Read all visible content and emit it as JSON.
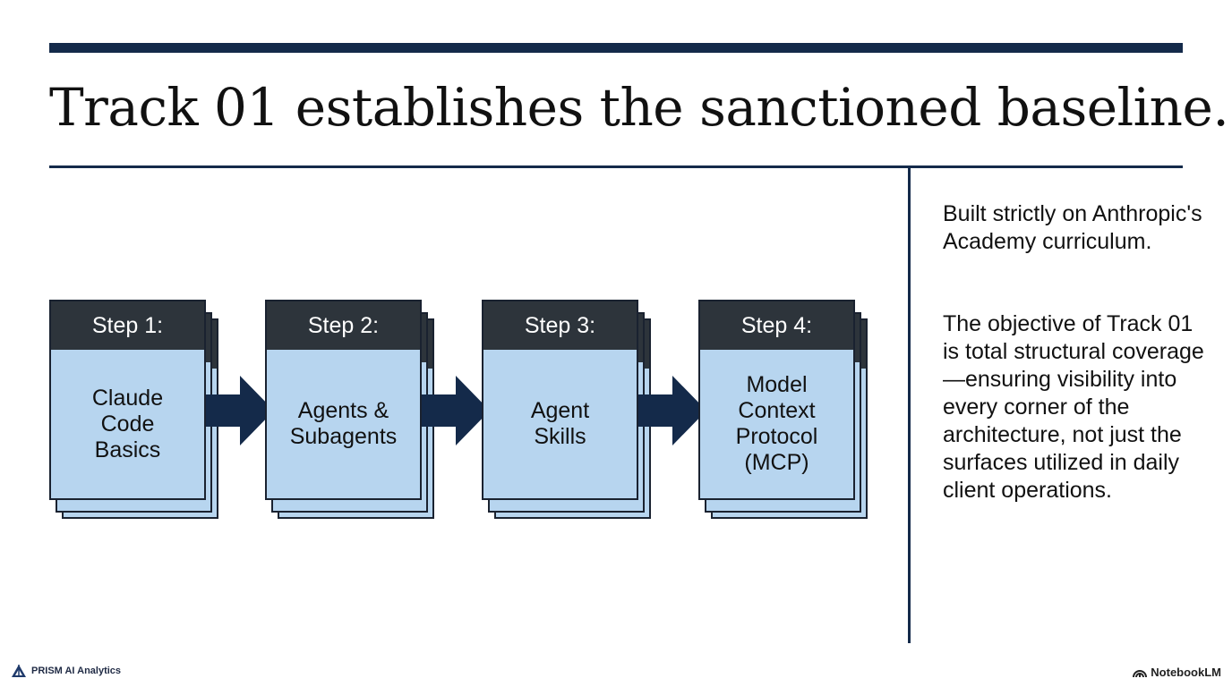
{
  "title": "Track 01 establishes the sanctioned baseline.",
  "colors": {
    "navy": "#142a4a",
    "step_header": "#2d343b",
    "step_body": "#b7d5ef",
    "text": "#111111"
  },
  "steps": [
    {
      "label": "Step 1:",
      "body": "Claude\nCode\nBasics"
    },
    {
      "label": "Step 2:",
      "body": "Agents &\nSubagents"
    },
    {
      "label": "Step 3:",
      "body": "Agent\nSkills"
    },
    {
      "label": "Step 4:",
      "body": "Model\nContext\nProtocol\n(MCP)"
    }
  ],
  "side_panel": {
    "paragraph_1": "Built strictly on Anthropic's Academy curriculum.",
    "paragraph_2": "The objective of Track 01 is total structural coverage—ensuring visibility into every corner of the architecture, not just the surfaces utilized in daily client operations."
  },
  "footer": {
    "brand": "PRISM AI Analytics",
    "brand_icon": "triangle-logo-icon",
    "product": "NotebookLM",
    "product_icon": "notebooklm-logo-icon"
  }
}
